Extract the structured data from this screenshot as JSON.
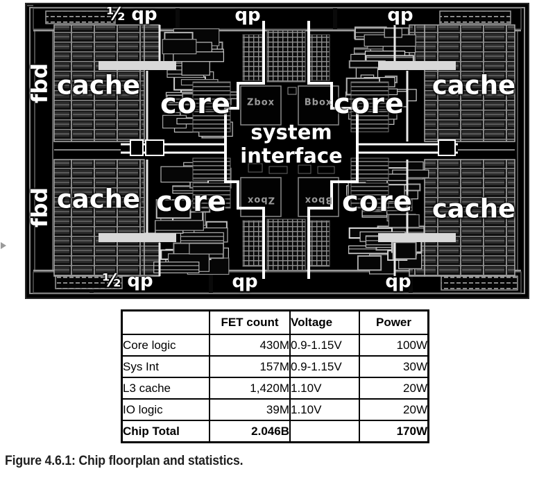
{
  "colors": {
    "die_bg": "#000000",
    "die_label": "#ffffff",
    "table_border": "#000000",
    "caption_text": "#1f1f1f"
  },
  "die": {
    "labels": {
      "fbd_top": "fbd",
      "fbd_bottom": "fbd",
      "half_qp_top": "½ qp",
      "qp_top_mid": "qp",
      "qp_top_right": "qp",
      "half_qp_bottom": "½ qp",
      "qp_bottom_mid": "qp",
      "qp_bottom_right": "qp",
      "cache_tl": "cache",
      "cache_tr": "cache",
      "cache_bl": "cache",
      "cache_br": "cache",
      "core_tl": "core",
      "core_tr": "core",
      "core_bl": "core",
      "core_br": "core",
      "system_line1": "system",
      "system_line2": "interface",
      "zbox_top": "Zbox",
      "bbox_top": "Bbox",
      "zbox_bottom": "Zbox",
      "bbox_bottom": "Bbox"
    }
  },
  "table": {
    "headers": [
      "",
      "FET count",
      "Voltage",
      "Power"
    ],
    "rows": [
      {
        "label": "Core logic",
        "fet": "430M",
        "voltage": "0.9-1.15V",
        "power": "100W"
      },
      {
        "label": "Sys Int",
        "fet": "157M",
        "voltage": "0.9-1.15V",
        "power": "30W"
      },
      {
        "label": "L3 cache",
        "fet": "1,420M",
        "voltage": "1.10V",
        "power": "20W"
      },
      {
        "label": "IO logic",
        "fet": "39M",
        "voltage": "1.10V",
        "power": "20W"
      },
      {
        "label": "Chip Total",
        "fet": "2.046B",
        "voltage": "",
        "power": "170W"
      }
    ]
  },
  "figure": {
    "caption": "Figure 4.6.1: Chip floorplan and statistics."
  }
}
